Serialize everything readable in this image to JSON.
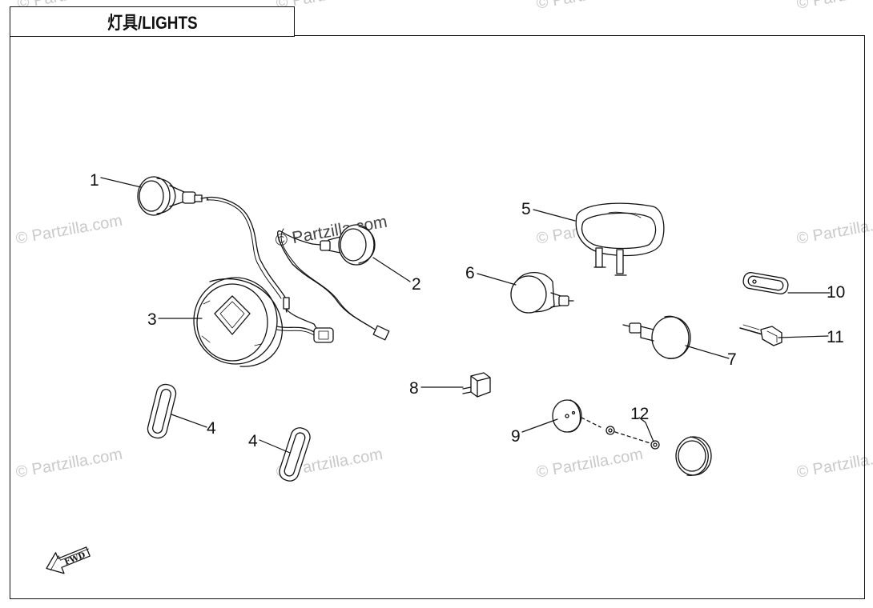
{
  "title": "灯具/LIGHTS",
  "watermark": "© Partzilla.com",
  "watermark_color": "#c9c9c9",
  "line_color": "#111111",
  "fwd_label": "FWD",
  "callouts": {
    "c1": "1",
    "c2": "2",
    "c3": "3",
    "c4a": "4",
    "c4b": "4",
    "c5": "5",
    "c6": "6",
    "c7": "7",
    "c8": "8",
    "c9": "9",
    "c10": "10",
    "c11": "11",
    "c12": "12"
  },
  "parts": [
    {
      "ref": "1",
      "icon": "turn-signal-front-left-icon"
    },
    {
      "ref": "2",
      "icon": "turn-signal-front-right-icon"
    },
    {
      "ref": "3",
      "icon": "headlight-icon"
    },
    {
      "ref": "4",
      "icon": "reflector-strip-icon"
    },
    {
      "ref": "5",
      "icon": "tail-light-icon"
    },
    {
      "ref": "6",
      "icon": "turn-signal-rear-left-icon"
    },
    {
      "ref": "7",
      "icon": "turn-signal-rear-right-icon"
    },
    {
      "ref": "8",
      "icon": "switch-icon"
    },
    {
      "ref": "9",
      "icon": "reflector-base-icon"
    },
    {
      "ref": "10",
      "icon": "license-plate-light-icon"
    },
    {
      "ref": "11",
      "icon": "bulb-socket-icon"
    },
    {
      "ref": "12",
      "icon": "nut-icon"
    }
  ]
}
